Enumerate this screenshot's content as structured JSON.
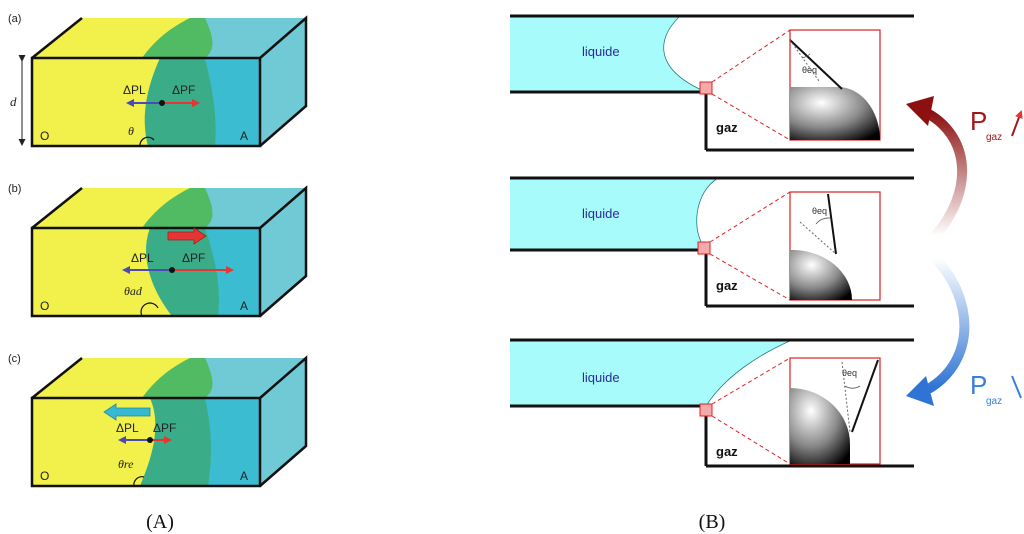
{
  "panel_a": {
    "caption": "(A)",
    "subpanels": [
      {
        "tag": "(a)",
        "left_label": "O",
        "right_label": "A",
        "angle_label": "θ",
        "dp_l": "ΔPL",
        "dp_f": "ΔPF",
        "depth_label": "d"
      },
      {
        "tag": "(b)",
        "left_label": "O",
        "right_label": "A",
        "angle_label": "θad",
        "dp_l": "ΔPL",
        "dp_f": "ΔPF"
      },
      {
        "tag": "(c)",
        "left_label": "O",
        "right_label": "A",
        "angle_label": "θre",
        "dp_l": "ΔPL",
        "dp_f": "ΔPF"
      }
    ]
  },
  "panel_b": {
    "caption": "(B)",
    "rows": [
      {
        "liquid_label": "liquide",
        "gas_label": "gaz",
        "theta_label": "θeq"
      },
      {
        "liquid_label": "liquide",
        "gas_label": "gaz",
        "theta_label": "θeq"
      },
      {
        "liquid_label": "liquide",
        "gas_label": "gaz",
        "theta_label": "θeq"
      }
    ],
    "pressure_up": {
      "symbol": "P",
      "subscript": "gaz",
      "color": "#a01818"
    },
    "pressure_down": {
      "symbol": "P",
      "subscript": "gaz",
      "color": "#3a7fd6"
    }
  },
  "colors": {
    "oil": "#f2f04a",
    "water": "#3cbcd0",
    "water_top": "#6fcad6",
    "interface_green": "#4cb850",
    "liquid": "#a8fbfb",
    "arrow_red": "#e53535",
    "arrow_blue": "#4a4ab0",
    "arrow_cyan": "#35b8d0",
    "inset_red": "#e02020"
  }
}
